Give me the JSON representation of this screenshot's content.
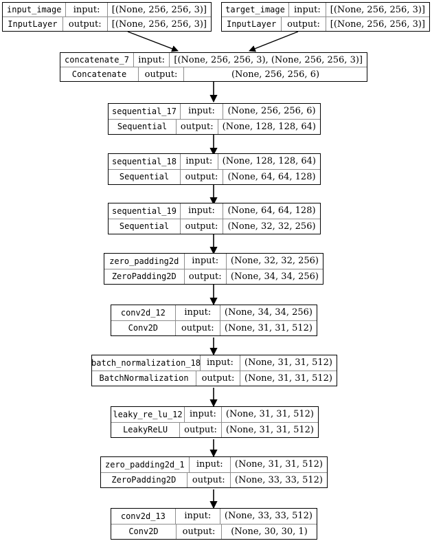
{
  "diagram": {
    "title": "Keras model plot",
    "type": "neural-network-graph",
    "orientation": "top-to-bottom",
    "colors": {
      "node_border": "#000000",
      "inner_rule": "#8c8c8c",
      "edge": "#000000",
      "background": "#ffffff"
    },
    "row_labels": {
      "input": "input:",
      "output": "output:"
    },
    "nodes": [
      {
        "id": "input_image",
        "name": "input_image",
        "class": "InputLayer",
        "input_shape": "[(None, 256, 256, 3)]",
        "output_shape": "[(None, 256, 256, 3)]"
      },
      {
        "id": "target_image",
        "name": "target_image",
        "class": "InputLayer",
        "input_shape": "[(None, 256, 256, 3)]",
        "output_shape": "[(None, 256, 256, 3)]"
      },
      {
        "id": "concatenate_7",
        "name": "concatenate_7",
        "class": "Concatenate",
        "input_shape": "[(None, 256, 256, 3), (None, 256, 256, 3)]",
        "output_shape": "(None, 256, 256, 6)"
      },
      {
        "id": "sequential_17",
        "name": "sequential_17",
        "class": "Sequential",
        "input_shape": "(None, 256, 256, 6)",
        "output_shape": "(None, 128, 128, 64)"
      },
      {
        "id": "sequential_18",
        "name": "sequential_18",
        "class": "Sequential",
        "input_shape": "(None, 128, 128, 64)",
        "output_shape": "(None, 64, 64, 128)"
      },
      {
        "id": "sequential_19",
        "name": "sequential_19",
        "class": "Sequential",
        "input_shape": "(None, 64, 64, 128)",
        "output_shape": "(None, 32, 32, 256)"
      },
      {
        "id": "zero_padding2d",
        "name": "zero_padding2d",
        "class": "ZeroPadding2D",
        "input_shape": "(None, 32, 32, 256)",
        "output_shape": "(None, 34, 34, 256)"
      },
      {
        "id": "conv2d_12",
        "name": "conv2d_12",
        "class": "Conv2D",
        "input_shape": "(None, 34, 34, 256)",
        "output_shape": "(None, 31, 31, 512)"
      },
      {
        "id": "batch_normalization_18",
        "name": "batch_normalization_18",
        "class": "BatchNormalization",
        "input_shape": "(None, 31, 31, 512)",
        "output_shape": "(None, 31, 31, 512)"
      },
      {
        "id": "leaky_re_lu_12",
        "name": "leaky_re_lu_12",
        "class": "LeakyReLU",
        "input_shape": "(None, 31, 31, 512)",
        "output_shape": "(None, 31, 31, 512)"
      },
      {
        "id": "zero_padding2d_1",
        "name": "zero_padding2d_1",
        "class": "ZeroPadding2D",
        "input_shape": "(None, 31, 31, 512)",
        "output_shape": "(None, 33, 33, 512)"
      },
      {
        "id": "conv2d_13",
        "name": "conv2d_13",
        "class": "Conv2D",
        "input_shape": "(None, 33, 33, 512)",
        "output_shape": "(None, 30, 30, 1)"
      }
    ],
    "edges": [
      {
        "from": "input_image",
        "to": "concatenate_7"
      },
      {
        "from": "target_image",
        "to": "concatenate_7"
      },
      {
        "from": "concatenate_7",
        "to": "sequential_17"
      },
      {
        "from": "sequential_17",
        "to": "sequential_18"
      },
      {
        "from": "sequential_18",
        "to": "sequential_19"
      },
      {
        "from": "sequential_19",
        "to": "zero_padding2d"
      },
      {
        "from": "zero_padding2d",
        "to": "conv2d_12"
      },
      {
        "from": "conv2d_12",
        "to": "batch_normalization_18"
      },
      {
        "from": "batch_normalization_18",
        "to": "leaky_re_lu_12"
      },
      {
        "from": "leaky_re_lu_12",
        "to": "zero_padding2d_1"
      },
      {
        "from": "zero_padding2d_1",
        "to": "conv2d_13"
      }
    ]
  }
}
